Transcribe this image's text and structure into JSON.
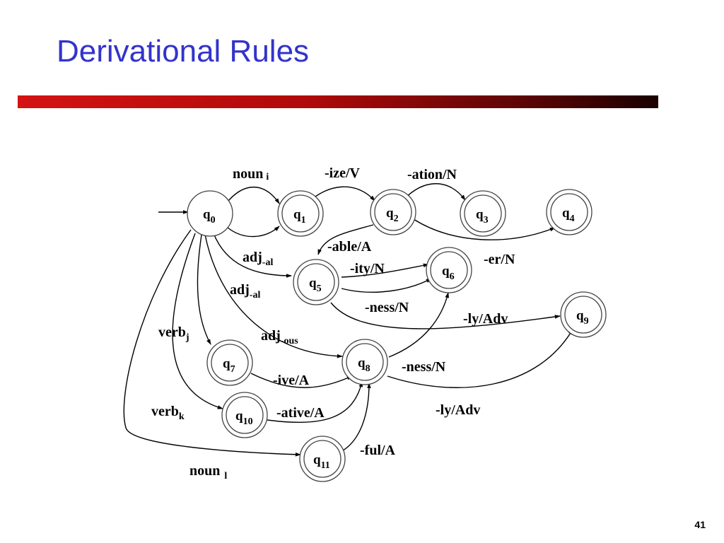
{
  "slide": {
    "title": "Derivational Rules",
    "page_number": "41"
  },
  "diagram": {
    "states": [
      {
        "id": "q0",
        "base": "q",
        "sub": "0",
        "accepting": false
      },
      {
        "id": "q1",
        "base": "q",
        "sub": "1",
        "accepting": true
      },
      {
        "id": "q2",
        "base": "q",
        "sub": "2",
        "accepting": true
      },
      {
        "id": "q3",
        "base": "q",
        "sub": "3",
        "accepting": true
      },
      {
        "id": "q4",
        "base": "q",
        "sub": "4",
        "accepting": true
      },
      {
        "id": "q5",
        "base": "q",
        "sub": "5",
        "accepting": true
      },
      {
        "id": "q6",
        "base": "q",
        "sub": "6",
        "accepting": true
      },
      {
        "id": "q7",
        "base": "q",
        "sub": "7",
        "accepting": true
      },
      {
        "id": "q8",
        "base": "q",
        "sub": "8",
        "accepting": true
      },
      {
        "id": "q9",
        "base": "q",
        "sub": "9",
        "accepting": true
      },
      {
        "id": "q10",
        "base": "q",
        "sub": "10",
        "accepting": true
      },
      {
        "id": "q11",
        "base": "q",
        "sub": "11",
        "accepting": true
      }
    ],
    "edge_labels": {
      "noun_i": {
        "base": "noun",
        "sub": "i"
      },
      "ize_v": {
        "base": "-ize/V",
        "sub": ""
      },
      "ation_n": {
        "base": "-ation/N",
        "sub": ""
      },
      "able_a": {
        "base": "-able/A",
        "sub": ""
      },
      "adj_al_1": {
        "base": "adj",
        "sub": "-al"
      },
      "adj_al_2": {
        "base": "adj",
        "sub": "-al"
      },
      "ity_n": {
        "base": "-ity/N",
        "sub": ""
      },
      "er_n": {
        "base": "-er/N",
        "sub": ""
      },
      "ness_n_1": {
        "base": "-ness/N",
        "sub": ""
      },
      "ly_adv_1": {
        "base": "-ly/Adv",
        "sub": ""
      },
      "verb_j": {
        "base": "verb",
        "sub": "j"
      },
      "adj_ous": {
        "base": "adj",
        "sub": "-ous"
      },
      "ness_n_2": {
        "base": "-ness/N",
        "sub": ""
      },
      "ive_a": {
        "base": "-ive/A",
        "sub": ""
      },
      "verb_k": {
        "base": "verb",
        "sub": "k"
      },
      "ative_a": {
        "base": "-ative/A",
        "sub": ""
      },
      "ly_adv_2": {
        "base": "-ly/Adv",
        "sub": ""
      },
      "ful_a": {
        "base": "-ful/A",
        "sub": ""
      },
      "noun_l": {
        "base": "noun",
        "sub": "l"
      }
    }
  }
}
